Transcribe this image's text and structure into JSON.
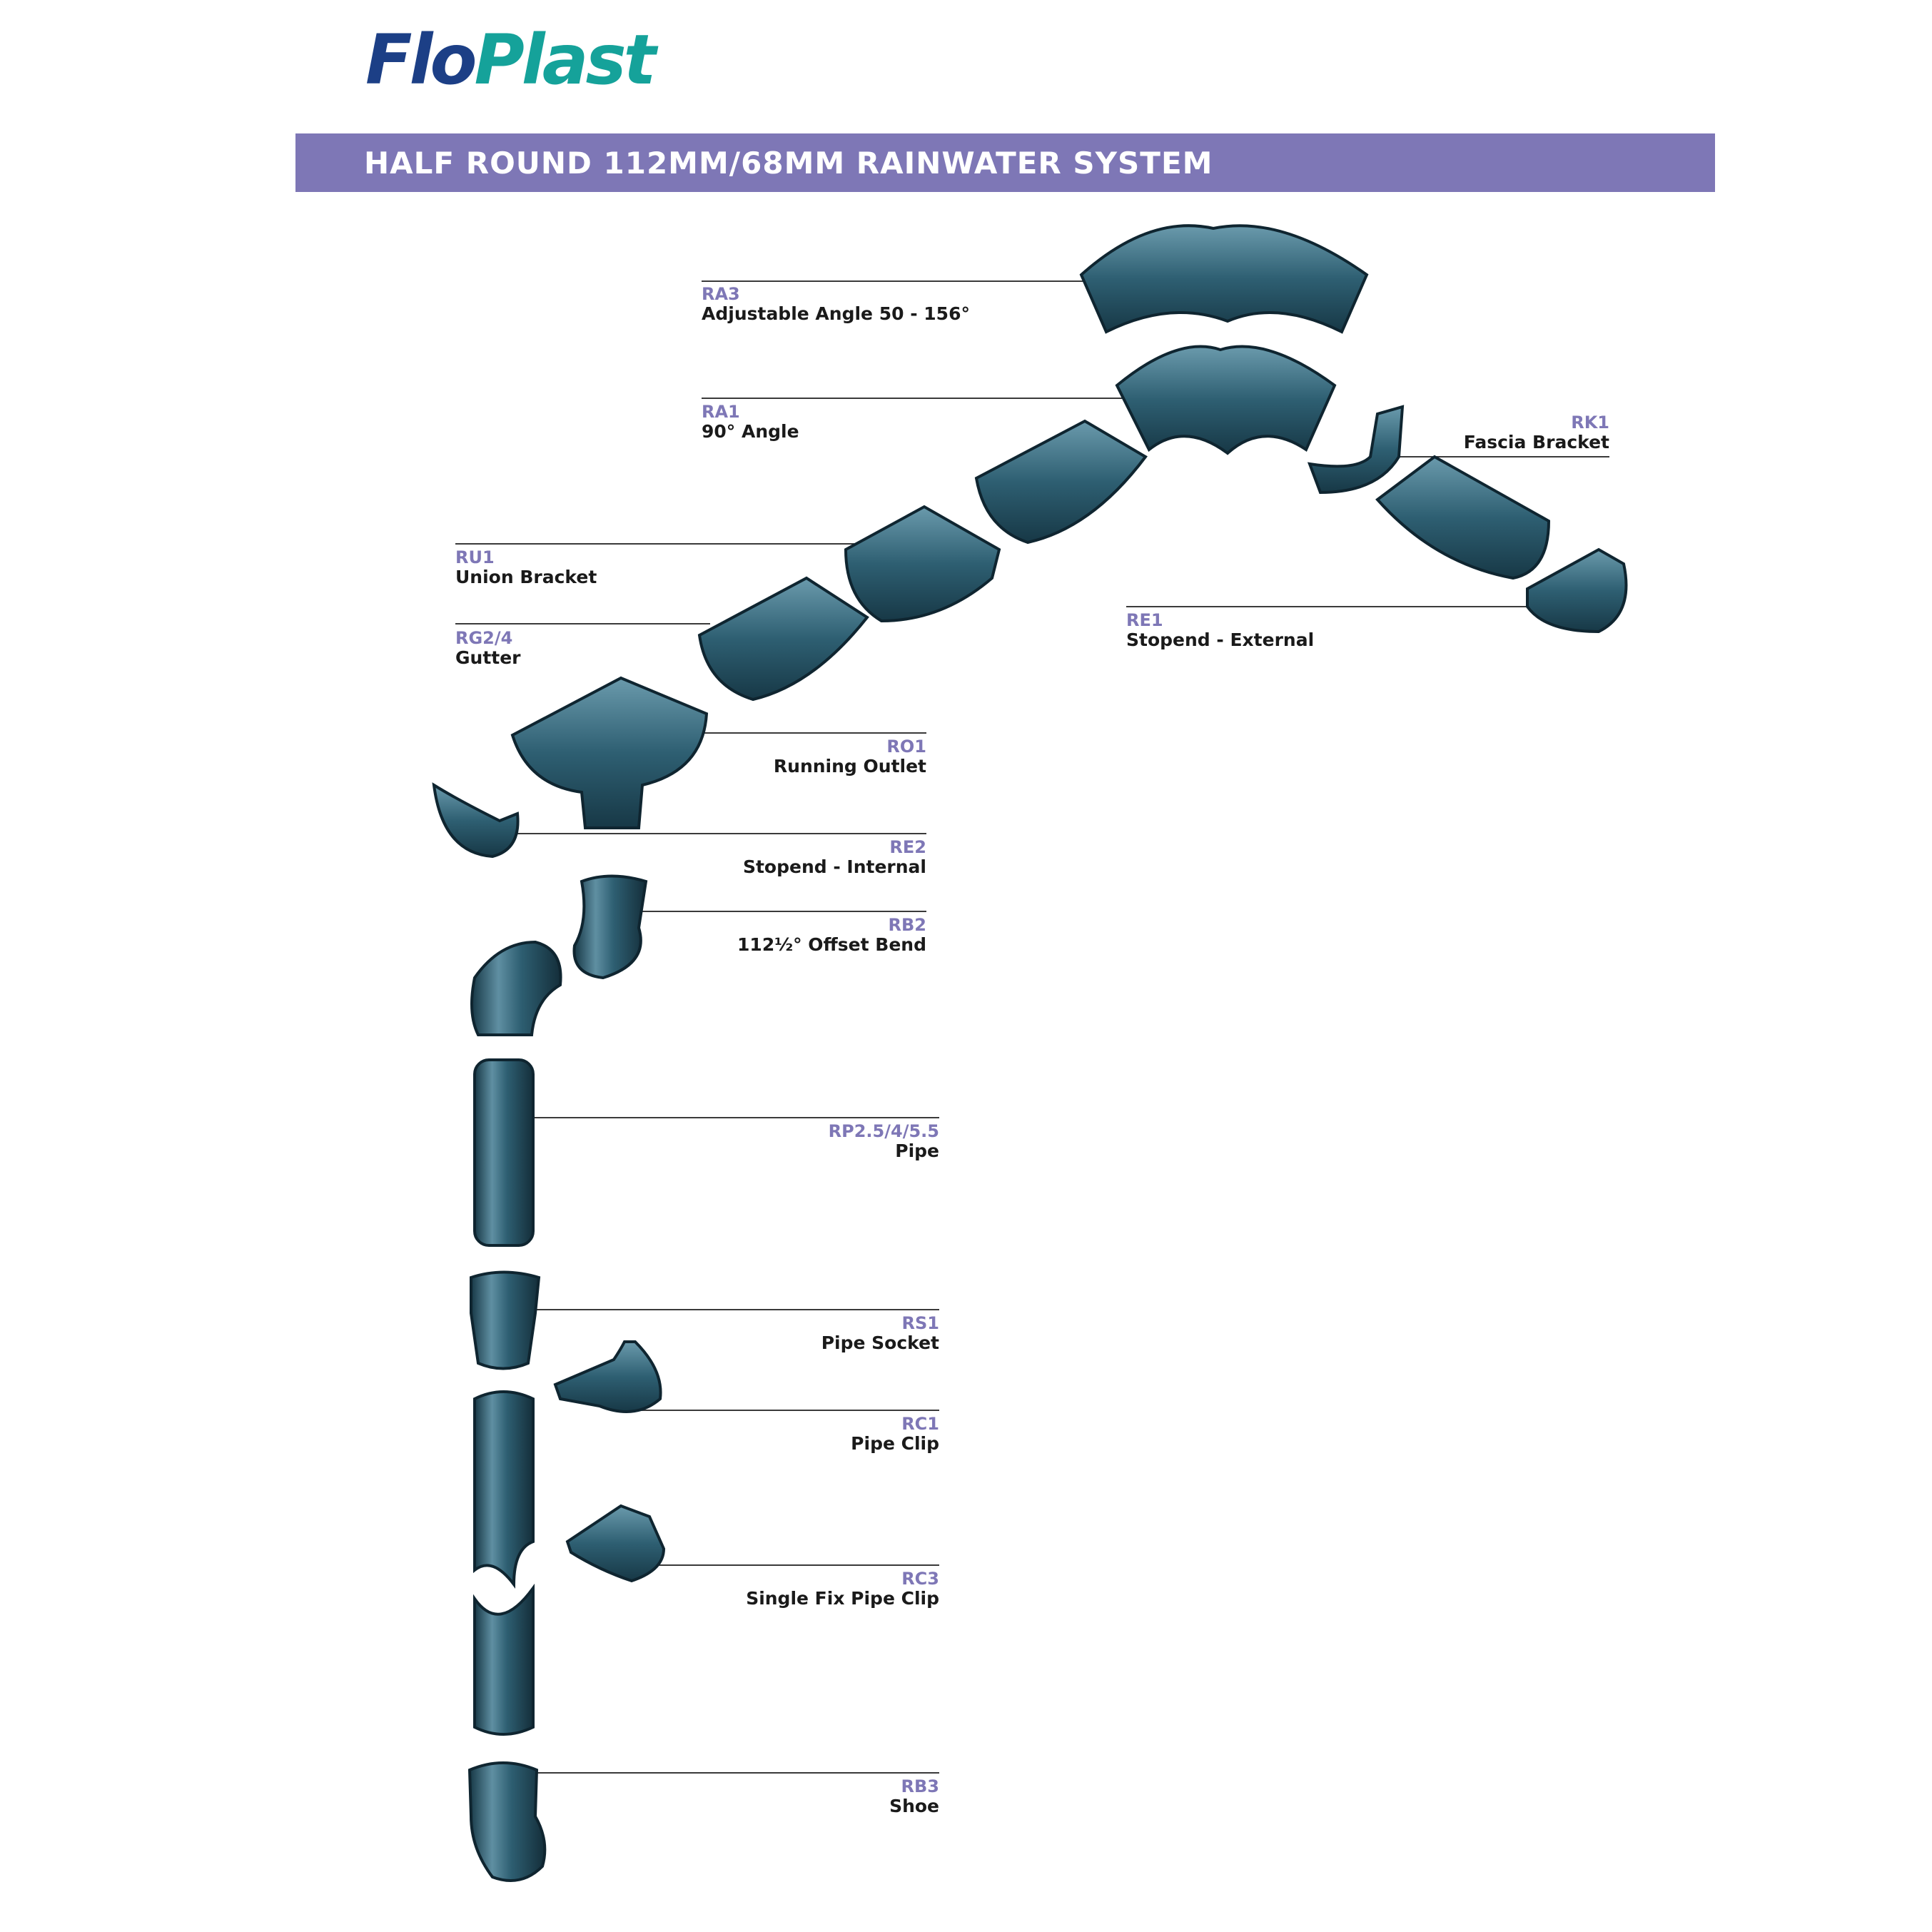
{
  "brand": {
    "part1": "Flo",
    "part2": "Plast"
  },
  "banner": {
    "title": "HALF ROUND 112MM/68MM RAINWATER SYSTEM",
    "color": "#7e77b6"
  },
  "colors": {
    "part_fill": "#2e5f72",
    "part_dark": "#173846",
    "leader": "#3a3a3a"
  },
  "components": [
    {
      "code": "RA3",
      "name": "Adjustable Angle 50 - 156°"
    },
    {
      "code": "RA1",
      "name": "90° Angle"
    },
    {
      "code": "RK1",
      "name": "Fascia Bracket"
    },
    {
      "code": "RU1",
      "name": "Union Bracket"
    },
    {
      "code": "RE1",
      "name": "Stopend - External"
    },
    {
      "code": "RG2/4",
      "name": "Gutter"
    },
    {
      "code": "RO1",
      "name": "Running Outlet"
    },
    {
      "code": "RE2",
      "name": "Stopend - Internal"
    },
    {
      "code": "RB2",
      "name": "112½° Offset Bend"
    },
    {
      "code": "RP2.5/4/5.5",
      "name": "Pipe"
    },
    {
      "code": "RS1",
      "name": "Pipe Socket"
    },
    {
      "code": "RC1",
      "name": "Pipe Clip"
    },
    {
      "code": "RC3",
      "name": "Single Fix Pipe Clip"
    },
    {
      "code": "RB3",
      "name": "Shoe"
    }
  ]
}
